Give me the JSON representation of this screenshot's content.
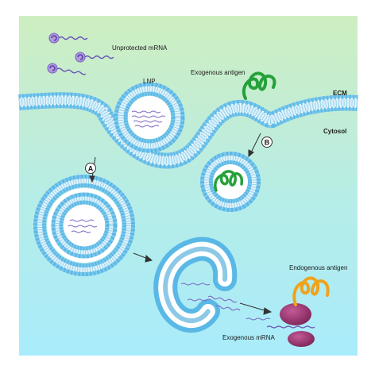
{
  "labels": {
    "unprotected_mrna": "Unprotected mRNA",
    "lnp": "LNP",
    "exogenous_antigen": "Exogenous antigen",
    "ecm": "ECM",
    "cytosol": "Cytosol",
    "pathway_a": "A",
    "pathway_b": "B",
    "endogenous_antigen": "Endogenous antigen",
    "exogenous_mrna": "Exogenous mRNA"
  },
  "colors": {
    "ecm_top": "#c9ecbd",
    "cytosol_bottom": "#a9ecfa",
    "membrane_blue": "#5ab8e6",
    "membrane_dark": "#2f8fc8",
    "mrna_purple": "#6a52b8",
    "cap_lilac": "#b09bdc",
    "antigen_green": "#25a13a",
    "antigen_orange": "#f0a21c",
    "ribosome_magenta": "#a03a78"
  },
  "icons": {
    "unprotected_mrna": "mrna-with-cap",
    "lnp": "lipid-nanoparticle",
    "antigen": "coiled-protein",
    "ribosome": "ribosome"
  }
}
